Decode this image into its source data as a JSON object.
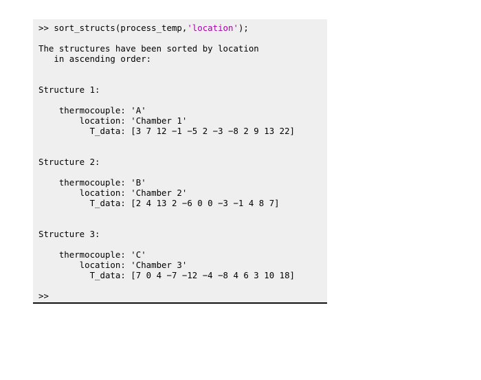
{
  "colors": {
    "panel_background": "#efefef",
    "text": "#000000",
    "string_literal": "#aa00aa"
  },
  "command_window": {
    "command_line": {
      "prefix": ">> sort_structs(process_temp,",
      "string_arg": "'location'",
      "suffix": ");"
    },
    "message": {
      "line1": "The structures have been sorted by location",
      "line2": "   in ascending order:"
    },
    "structures": [
      {
        "title": "Structure 1:",
        "fields": [
          "    thermocouple: 'A'",
          "        location: 'Chamber 1'",
          "          T_data: [3 7 12 −1 −5 2 −3 −8 2 9 13 22]"
        ]
      },
      {
        "title": "Structure 2:",
        "fields": [
          "    thermocouple: 'B'",
          "        location: 'Chamber 2'",
          "          T_data: [2 4 13 2 −6 0 0 −3 −1 4 8 7]"
        ]
      },
      {
        "title": "Structure 3:",
        "fields": [
          "    thermocouple: 'C'",
          "        location: 'Chamber 3'",
          "          T_data: [7 0 4 −7 −12 −4 −8 4 6 3 10 18]"
        ]
      }
    ],
    "trailing_prompt": ">>"
  }
}
